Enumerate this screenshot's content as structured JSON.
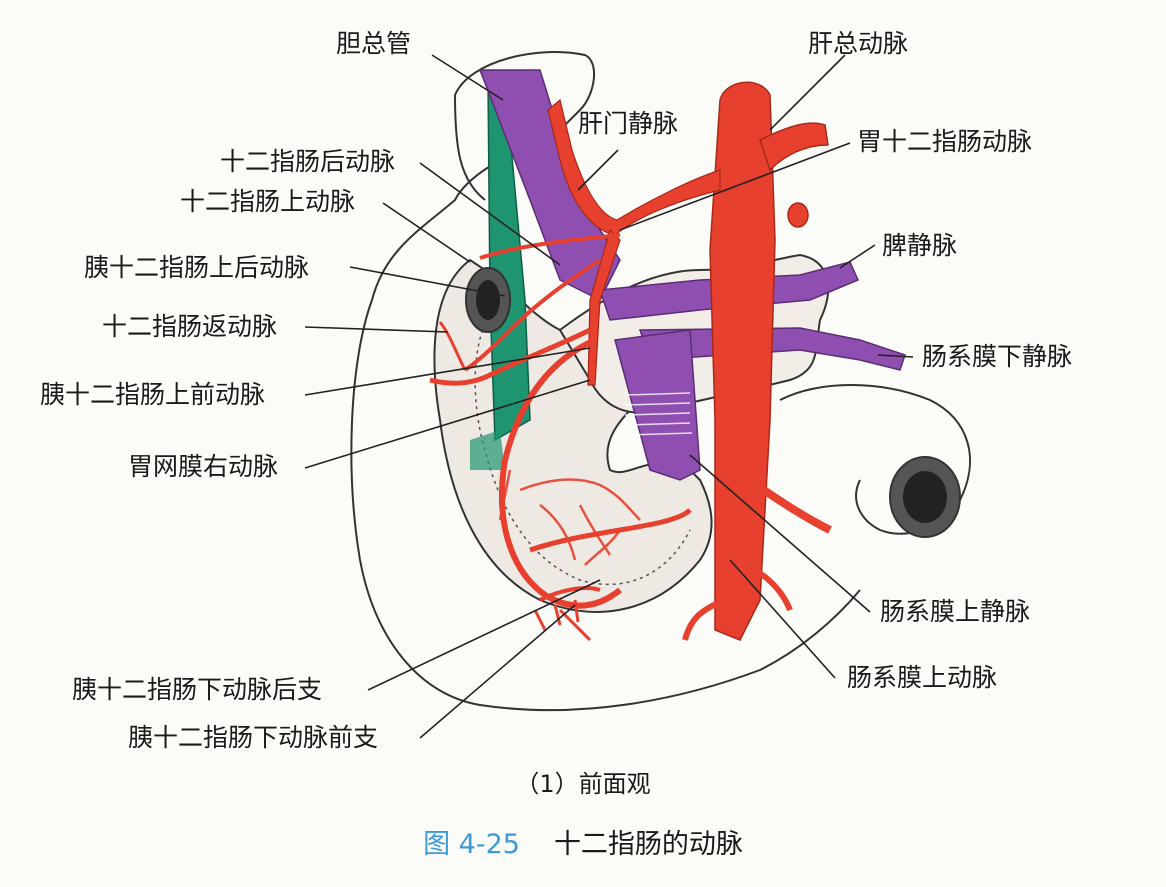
{
  "labels": {
    "common_bile_duct": "胆总管",
    "common_hepatic_artery": "肝总动脉",
    "portal_vein": "肝门静脉",
    "gastroduodenal_artery": "胃十二指肠动脉",
    "retroduodenal_artery": "十二指肠后动脉",
    "supraduodenal_artery": "十二指肠上动脉",
    "splenic_vein": "脾静脉",
    "posterior_sup_pd_artery": "胰十二指肠上后动脉",
    "recurrent_duodenal_artery": "十二指肠返动脉",
    "inferior_mesenteric_vein": "肠系膜下静脉",
    "anterior_sup_pd_artery": "胰十二指肠上前动脉",
    "right_gastroepiploic_artery": "胃网膜右动脉",
    "superior_mesenteric_vein": "肠系膜上静脉",
    "superior_mesenteric_artery": "肠系膜上动脉",
    "posterior_inf_pd_branch": "胰十二指肠下动脉后支",
    "anterior_inf_pd_branch": "胰十二指肠下动脉前支"
  },
  "subcaption": "（1）前面观",
  "figure": {
    "number": "图 4-25",
    "title": "十二指肠的动脉"
  },
  "colors": {
    "artery": "#e8402e",
    "vein": "#8e4fb0",
    "bile_duct": "#1f9470",
    "outline": "#333333"
  }
}
